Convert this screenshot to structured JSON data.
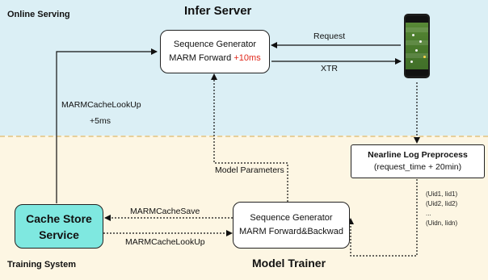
{
  "regions": {
    "online": "Online Serving",
    "training": "Training System"
  },
  "infer_server": {
    "title": "Infer Server",
    "line1": "Sequence Generator",
    "line2": "MARM Forward",
    "line2_extra": "+10ms"
  },
  "model_trainer": {
    "title": "Model Trainer",
    "line1": "Sequence Generator",
    "line2": "MARM Forward&Backwad"
  },
  "cache_store": {
    "line1": "Cache Store",
    "line2": "Service"
  },
  "nearline": {
    "line1": "Nearline Log Preprocess",
    "line2": "(request_time + 20min)"
  },
  "edges": {
    "request": "Request",
    "xtr": "XTR",
    "lookup_top": "MARMCacheLookUp",
    "lookup_top_latency": "+5ms",
    "model_parameters": "Model Parameters",
    "cache_save": "MARMCacheSave",
    "lookup_bottom": "MARMCacheLookUp"
  },
  "log_items": [
    "(Uid1, Iid1)",
    "(Uid2, Iid2)",
    "...",
    "(Uidn, Iidn)"
  ],
  "colors": {
    "online_bg": "#dbeff5",
    "training_bg": "#fdf6e3",
    "cache_box": "#7fe8e0",
    "latency": "#e0281c"
  },
  "icons": {
    "client": "phone-video-feed-icon"
  }
}
